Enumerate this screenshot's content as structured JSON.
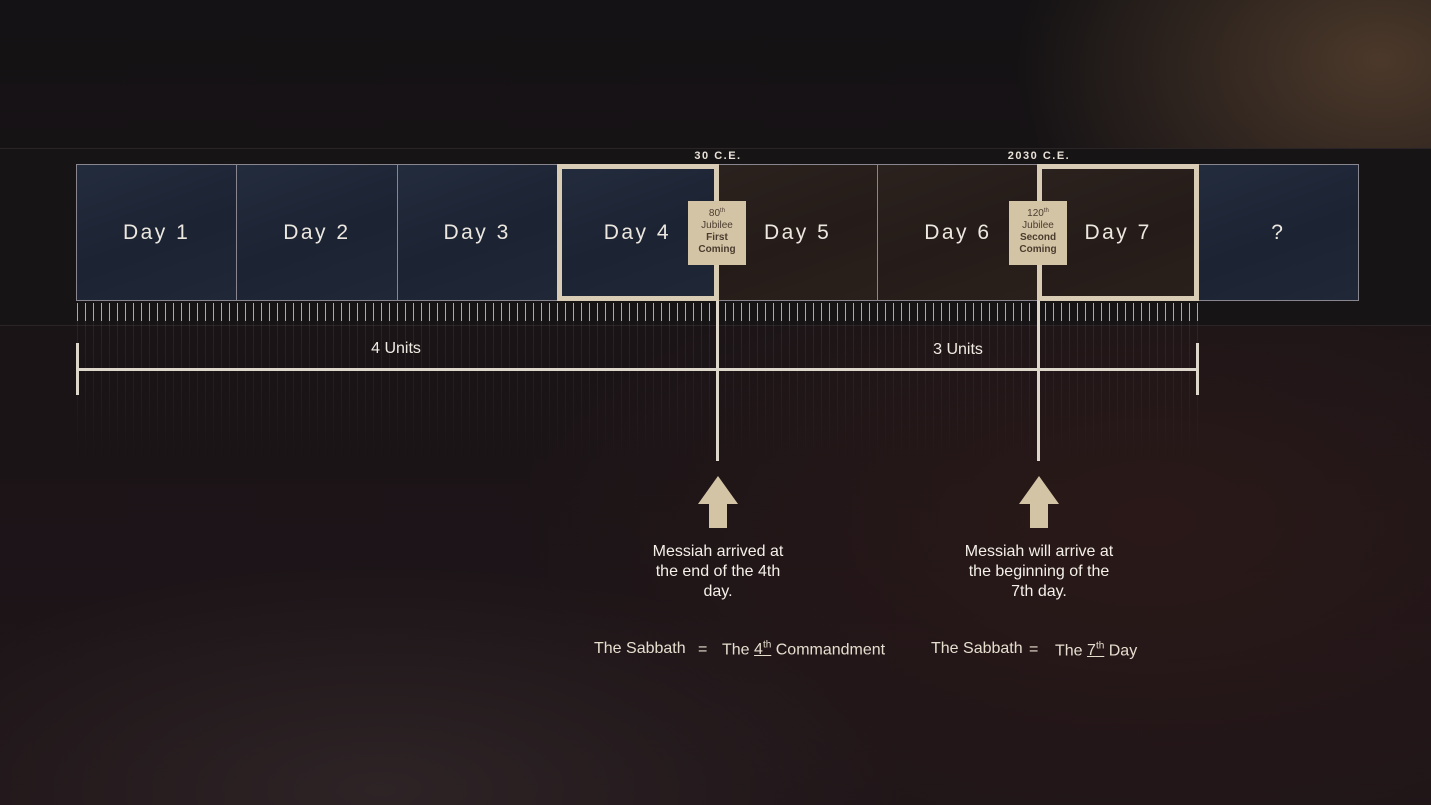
{
  "timeline": {
    "days": [
      {
        "label": "Day 1",
        "tone": "blue"
      },
      {
        "label": "Day 2",
        "tone": "blue"
      },
      {
        "label": "Day 3",
        "tone": "blue"
      },
      {
        "label": "Day 4",
        "tone": "blue"
      },
      {
        "label": "Day 5",
        "tone": "brown"
      },
      {
        "label": "Day 6",
        "tone": "brown"
      },
      {
        "label": "Day 7",
        "tone": "brown"
      },
      {
        "label": "?",
        "tone": "blue"
      }
    ],
    "markers": [
      {
        "year": "30 C.E.",
        "jubilee_num": "80",
        "jubilee_sup": "th",
        "jubilee_word": "Jubilee",
        "event_line1": "First",
        "event_line2": "Coming"
      },
      {
        "year": "2030 C.E.",
        "jubilee_num": "120",
        "jubilee_sup": "th",
        "jubilee_word": "Jubilee",
        "event_line1": "Second",
        "event_line2": "Coming"
      }
    ]
  },
  "spans": {
    "left": "4 Units",
    "right": "3 Units"
  },
  "notes": {
    "first_arrival": {
      "line1": "Messiah arrived at",
      "line2": "the end of the 4th",
      "line3": "day."
    },
    "second_arrival": {
      "line1": "Messiah will arrive at",
      "line2": "the beginning of the",
      "line3": "7th day."
    }
  },
  "equations": {
    "left": {
      "subject": "The Sabbath",
      "equals": "=",
      "pre": "The",
      "num": "4",
      "sup": "th",
      "post": "Commandment"
    },
    "right": {
      "subject": "The Sabbath",
      "equals": "=",
      "pre": "The",
      "num": "7",
      "sup": "th",
      "post": "Day"
    }
  },
  "colors": {
    "highlight": "#d8ccb4",
    "label_fill": "#d4c4a6",
    "blue_cell": "#1f2636",
    "brown_cell": "#271e1a"
  }
}
